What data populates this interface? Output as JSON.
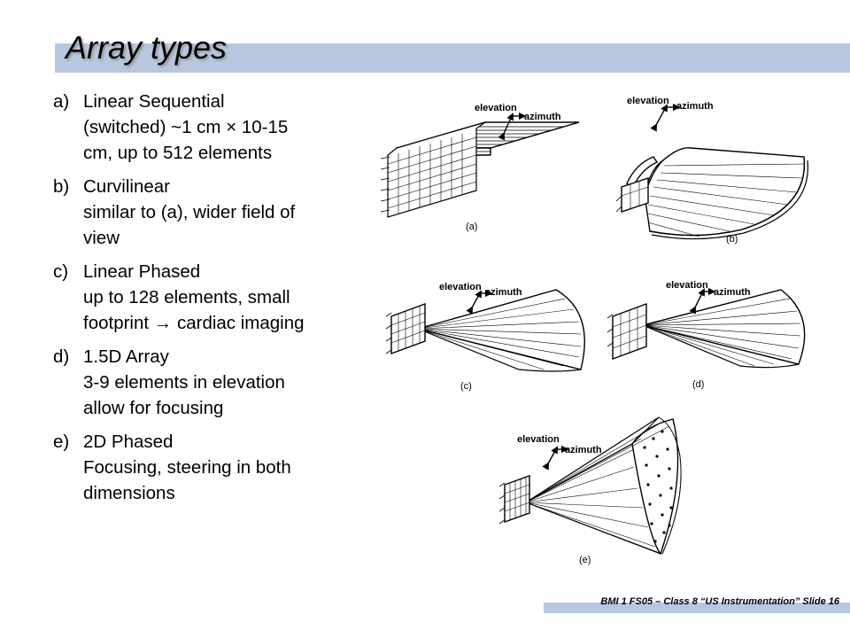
{
  "slide": {
    "title": "Array types",
    "items": [
      {
        "marker": "a)",
        "lines": [
          "Linear Sequential",
          "(switched) ~1 cm × 10-15",
          "cm, up to 512 elements"
        ]
      },
      {
        "marker": "b)",
        "lines": [
          "Curvilinear",
          "similar to (a), wider field of",
          "view"
        ]
      },
      {
        "marker": "c)",
        "lines": [
          "Linear Phased",
          "up to 128 elements, small",
          "footprint → cardiac imaging"
        ]
      },
      {
        "marker": "d)",
        "lines": [
          "1.5D Array",
          "3-9 elements in elevation",
          "allow for focusing"
        ]
      },
      {
        "marker": "e)",
        "lines": [
          "2D Phased",
          "Focusing, steering in both",
          "dimensions"
        ]
      }
    ],
    "figure": {
      "elevation_label": "elevation",
      "azimuth_label": "azimuth",
      "captions": [
        "(a)",
        "(b)",
        "(c)",
        "(d)",
        "(e)"
      ]
    },
    "footer": "BMI 1 FS05 – Class 8 “US Instrumentation”  Slide 16"
  }
}
